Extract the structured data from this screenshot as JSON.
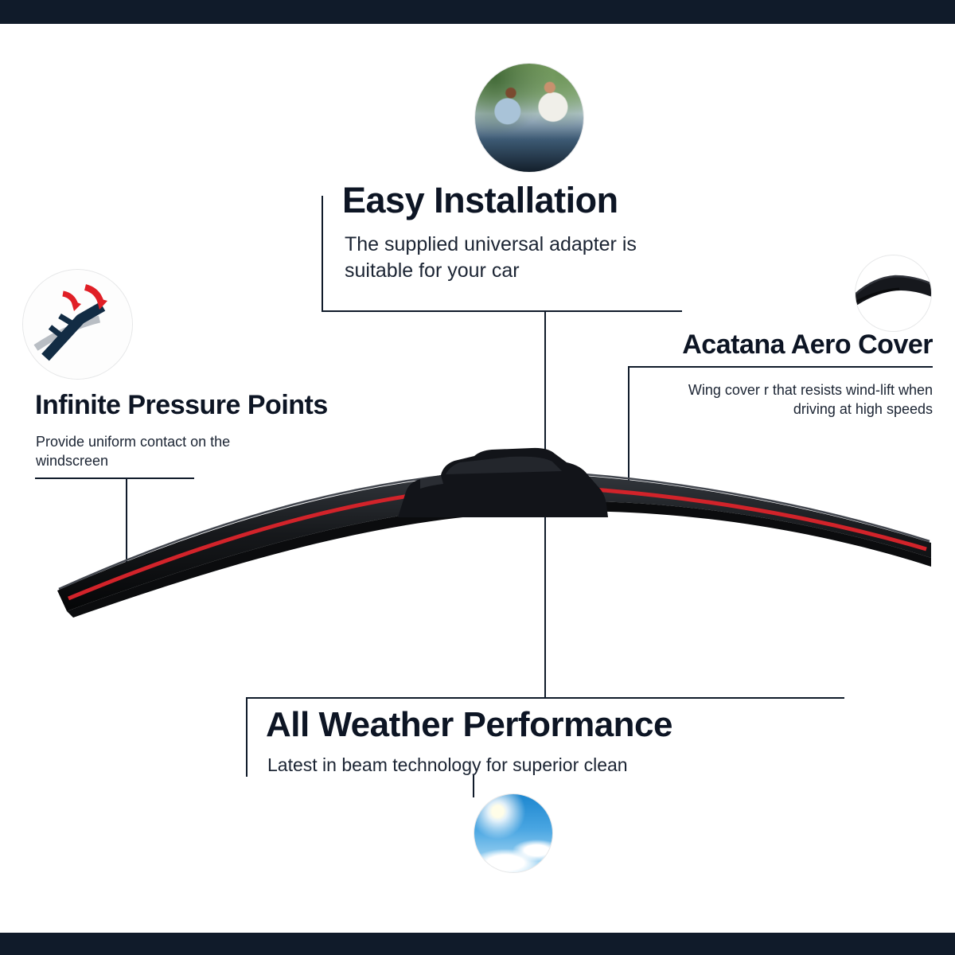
{
  "canvas": {
    "background": "#ffffff",
    "border_bar_color": "#101b2a",
    "heading_color": "#0d1524",
    "line_color": "#101b2a",
    "accent_red": "#d2232a"
  },
  "product": {
    "name": "acatana-wiper-blade",
    "illustration": "curved beam wiper blade with red stripe and universal adapter"
  },
  "features": {
    "easy_installation": {
      "title": "Easy Installation",
      "description": "The supplied universal adapter is suitable for your car"
    },
    "aero_cover": {
      "title": "Acatana Aero Cover",
      "description": "Wing cover r that resists wind-lift when driving at high speeds"
    },
    "pressure_points": {
      "title": "Infinite Pressure Points",
      "description": "Provide uniform contact on the windscreen"
    },
    "all_weather": {
      "title": "All Weather Performance",
      "description": "Latest in beam technology for superior clean"
    }
  },
  "images": {
    "installation_photo": "couple installing wiper blade on car windscreen",
    "pressure_diagram": "wiper arm with red pressure arrows",
    "aero_cover_photo": "close-up of aero wing cover on blade",
    "sky_photo": "sunny blue sky with clouds"
  }
}
